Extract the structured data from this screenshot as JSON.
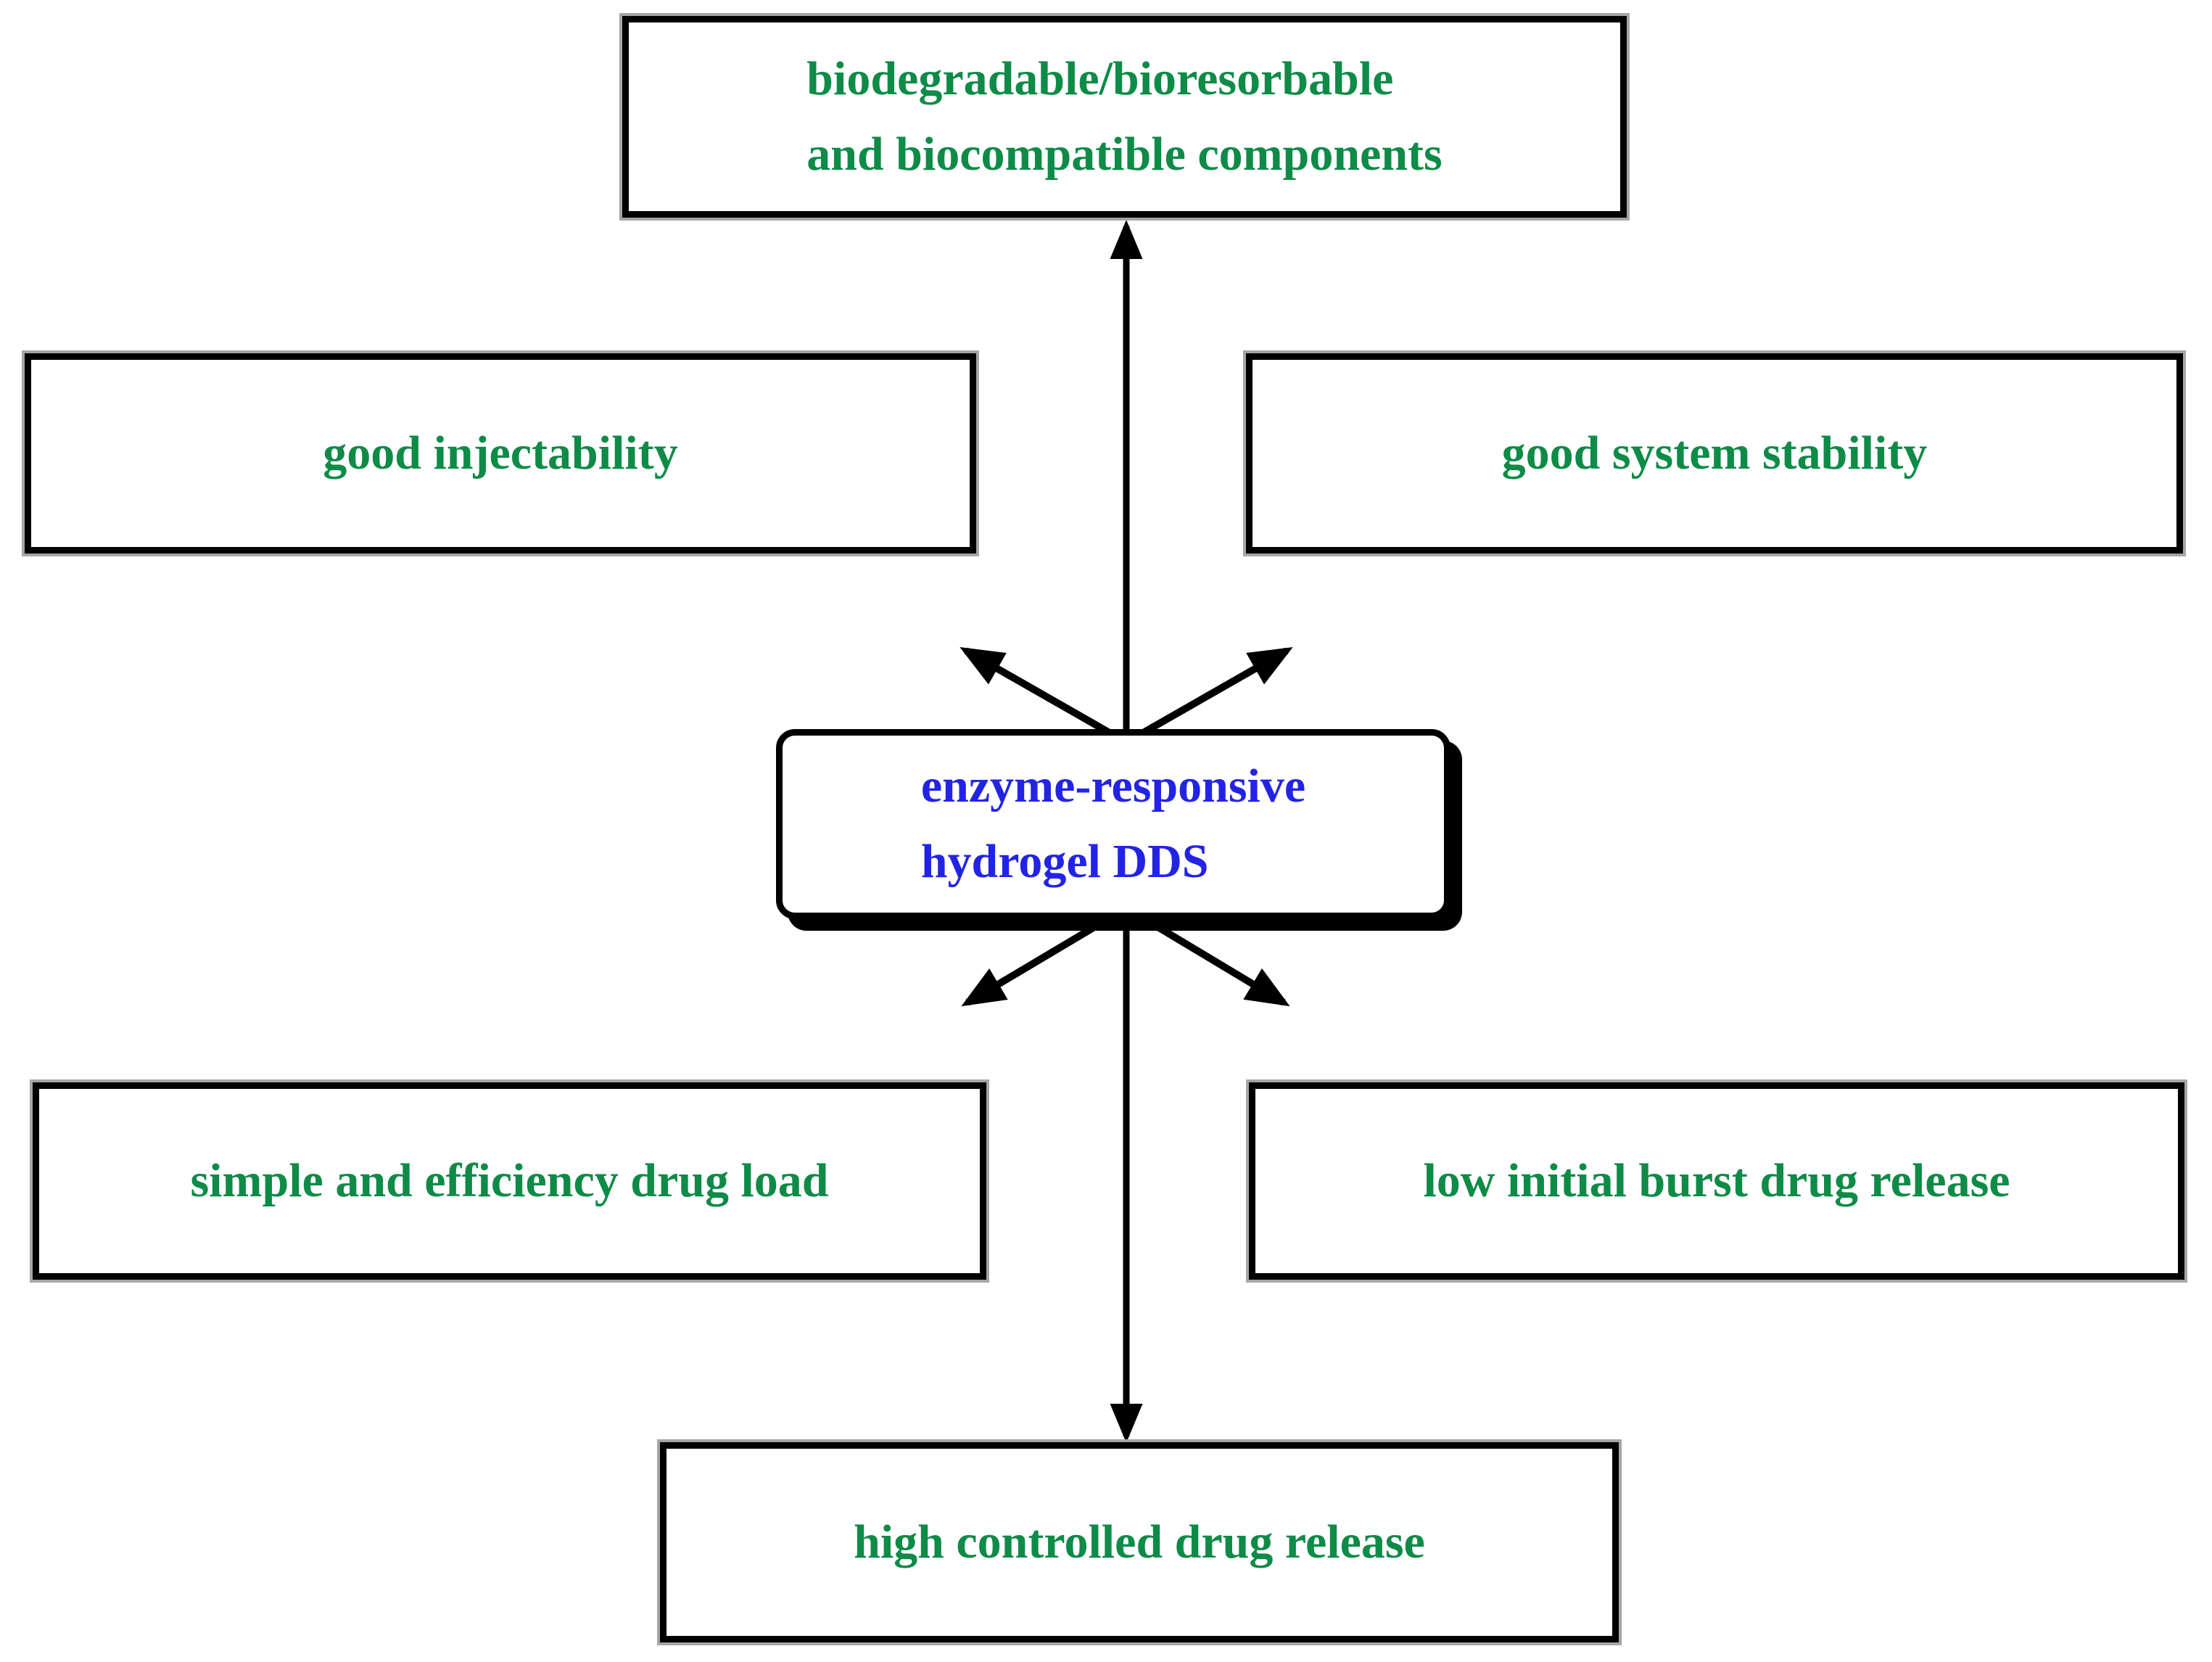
{
  "colors": {
    "background": "#ffffff",
    "border": "#000000",
    "arrow": "#000000",
    "node-text": "#0e8b47",
    "center-text": "#2323e6",
    "outline": "#a6a6a6"
  },
  "nodes": {
    "top": {
      "line1": "biodegradable/bioresorbable",
      "line2": "and biocompatible components"
    },
    "left": {
      "label": "good injectability"
    },
    "right": {
      "label": "good system stability"
    },
    "center": {
      "line1": "enzyme-responsive",
      "line2": "hydrogel DDS"
    },
    "mid_left": {
      "label": "simple and efficiency drug load"
    },
    "mid_right": {
      "label": "low initial burst drug release"
    },
    "bottom": {
      "label": "high controlled drug release"
    }
  }
}
